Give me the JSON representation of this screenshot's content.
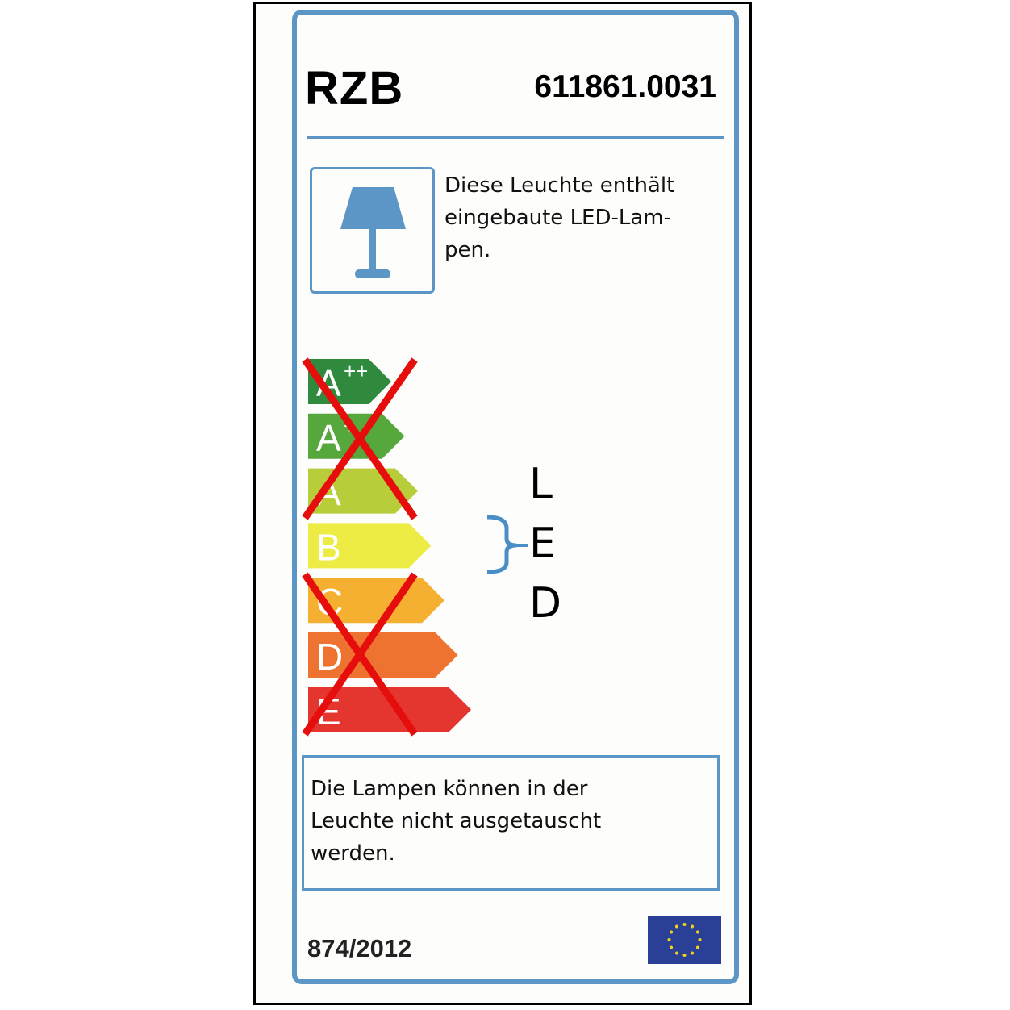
{
  "header": {
    "brand": "RZB",
    "model_number": "611861.0031"
  },
  "luminaire_info": {
    "icon": "table-lamp-icon",
    "text_lines": [
      "Diese Leuchte enthält",
      "eingebaute LED-Lam-",
      "pen."
    ]
  },
  "energy_scale": {
    "classes": [
      {
        "letter": "A",
        "sup": "++",
        "color": "#2f8a3e",
        "crossed": true
      },
      {
        "letter": "A",
        "sup": "+",
        "color": "#56a83c",
        "crossed": true
      },
      {
        "letter": "A",
        "sup": "",
        "color": "#b9cc3a",
        "crossed": true
      },
      {
        "letter": "B",
        "sup": "",
        "color": "#ecec45",
        "crossed": false
      },
      {
        "letter": "C",
        "sup": "",
        "color": "#f5b031",
        "crossed": true
      },
      {
        "letter": "D",
        "sup": "",
        "color": "#ef7330",
        "crossed": true
      },
      {
        "letter": "E",
        "sup": "",
        "color": "#e4362f",
        "crossed": true
      }
    ],
    "cross_color": "#e60d0d",
    "applicable_range_label": [
      "L",
      "E",
      "D"
    ],
    "bracket_color": "#4a8ec6"
  },
  "replacement_note": {
    "text_lines": [
      "Die Lampen können in der",
      "Leuchte nicht ausgetauscht",
      "werden."
    ]
  },
  "footer": {
    "regulation": "874/2012",
    "flag": "eu-flag-icon"
  },
  "colors": {
    "frame_blue": "#5c96c6",
    "eu_blue": "#2a3f96",
    "eu_gold": "#f2d21b"
  }
}
